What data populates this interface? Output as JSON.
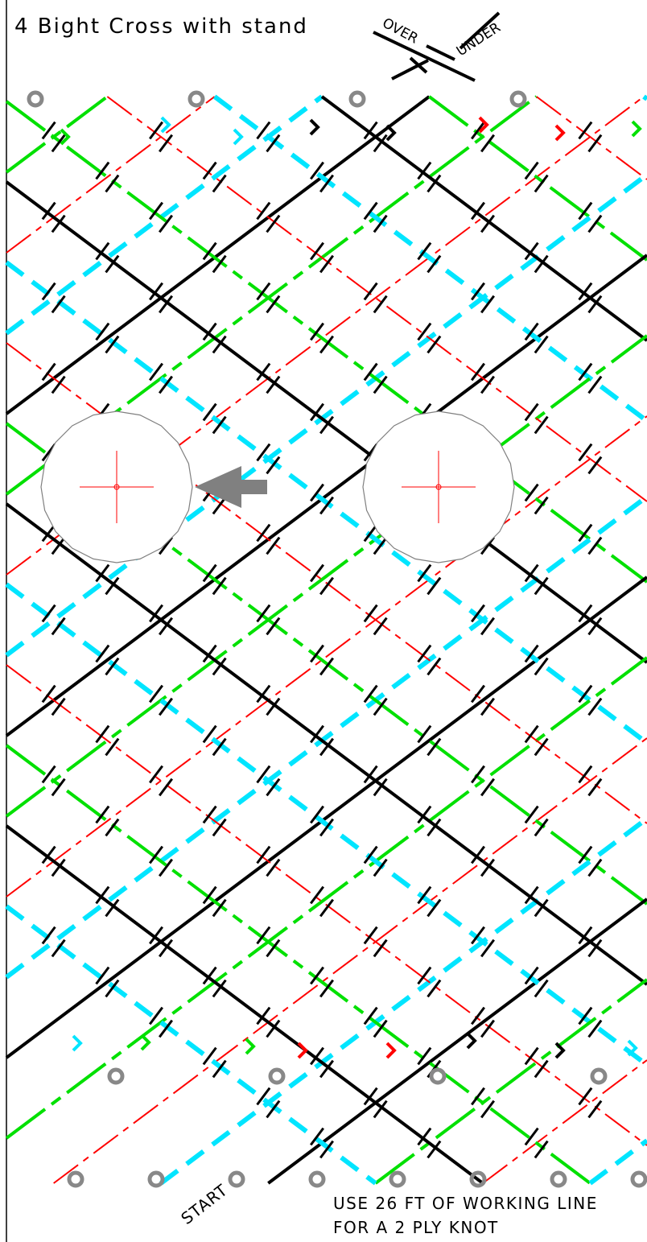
{
  "title": "4 Bight Cross with stand",
  "legend": {
    "over": "OVER",
    "under": "UNDER"
  },
  "start_label": "START",
  "note_lines": [
    "USE 26 FT OF WORKING LINE",
    "FOR A 2 PLY KNOT"
  ],
  "colors": {
    "black": "#000000",
    "red": "#ff0000",
    "green": "#00e000",
    "cyan": "#00e5ff",
    "pin": "#888888",
    "circle": "#808080",
    "arrow": "#808080"
  },
  "icons": [
    "pin-icon",
    "mandrel-circle",
    "center-cross",
    "direction-arrow",
    "flow-arrowhead"
  ]
}
